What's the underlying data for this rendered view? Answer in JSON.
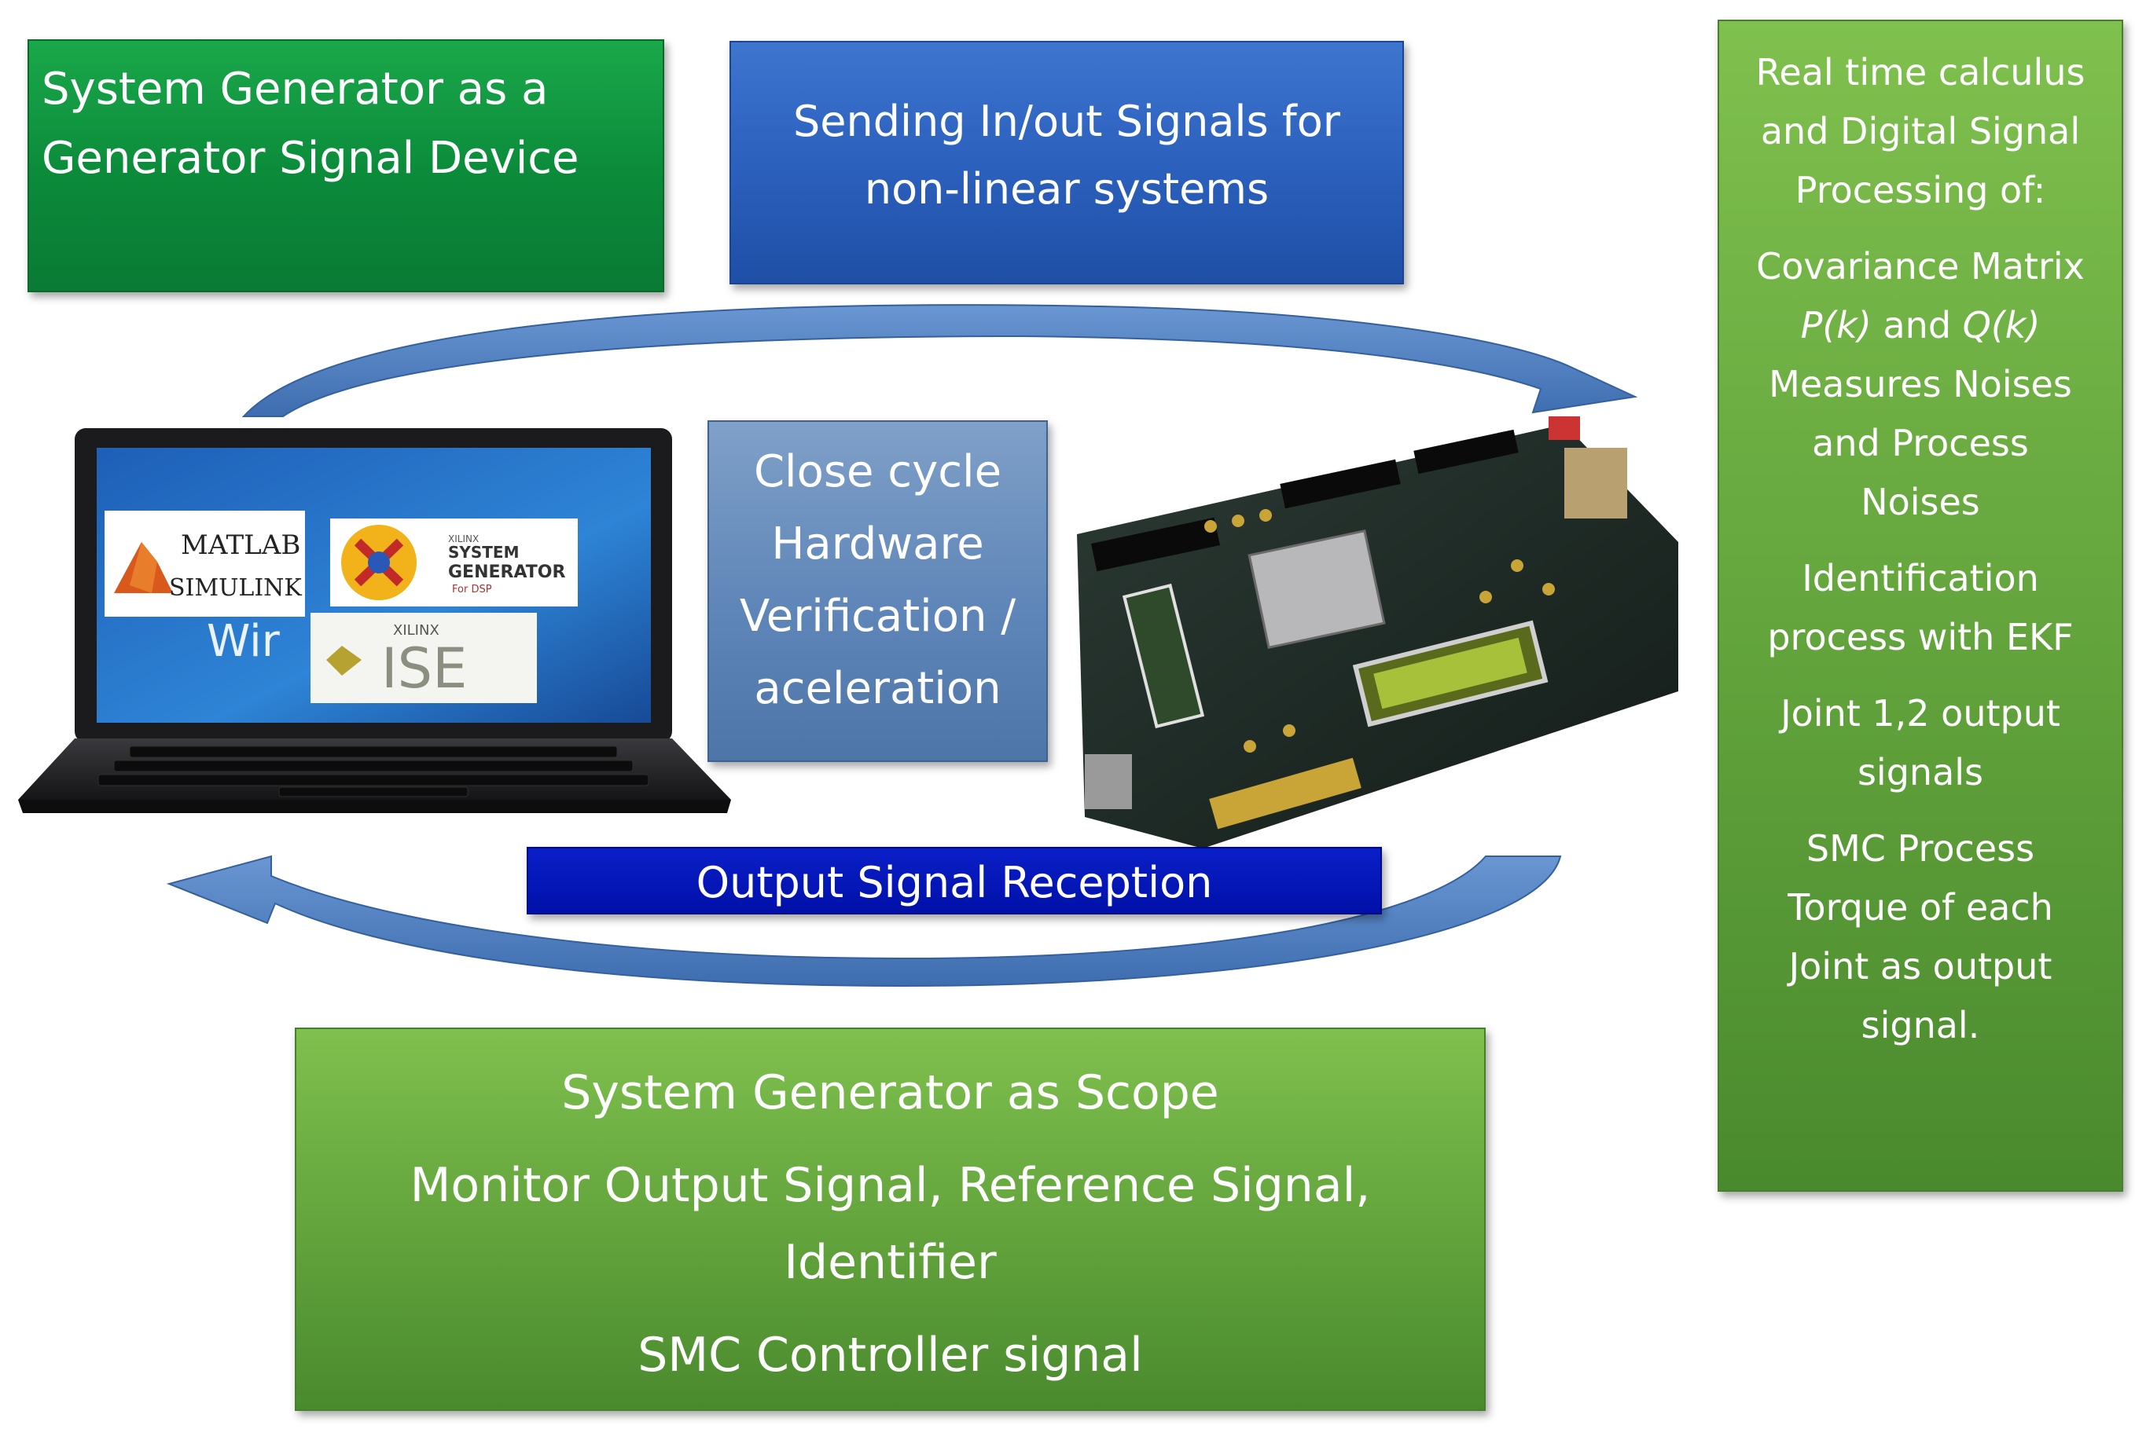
{
  "sysgen_signal": {
    "line1": "System Generator as a",
    "line2": "Generator Signal Device"
  },
  "sending": {
    "line1": "Sending In/out Signals for",
    "line2": "non-linear systems"
  },
  "close_cycle": {
    "line1": "Close cycle",
    "line2": "Hardware",
    "line3": "Verification /",
    "line4": "aceleration"
  },
  "output_reception": {
    "label": "Output Signal Reception"
  },
  "scope": {
    "line1": "System Generator as Scope",
    "line2": "Monitor Output Signal, Reference Signal,",
    "line3": "Identifier",
    "line4": "SMC Controller signal"
  },
  "realtime": {
    "header1": "Real time calculus",
    "header2": "and Digital Signal",
    "header3": "Processing of:",
    "cov1": "Covariance Matrix",
    "cov_pk": "P(k)",
    "cov_and": " and ",
    "cov_qk": "Q(k)",
    "cov3": "Measures Noises",
    "cov4": "and Process",
    "cov5": "Noises",
    "id1": "Identification",
    "id2": "process with EKF",
    "joint1": "Joint 1,2 output",
    "joint2": "signals",
    "smc1": "SMC Process",
    "smc2": "Torque of each",
    "smc3": "Joint as output",
    "smc4": "signal."
  },
  "screen_logos": {
    "matlab_line1": "MATLAB",
    "matlab_line2": "SIMULINK",
    "sysgen_line1": "XILINX",
    "sysgen_line2": "SYSTEM",
    "sysgen_line3": "GENERATOR",
    "sysgen_line4": "For DSP",
    "ise_brand": "XILINX",
    "ise_name": "ISE",
    "win_text": "Wir"
  },
  "colors": {
    "green_dark": "#0b8a3a",
    "blue": "#2a5fbb",
    "steel": "#5f86b8",
    "navy": "#0010a8",
    "green_light": "#5fa03a",
    "arrow": "#4f7fc0"
  }
}
